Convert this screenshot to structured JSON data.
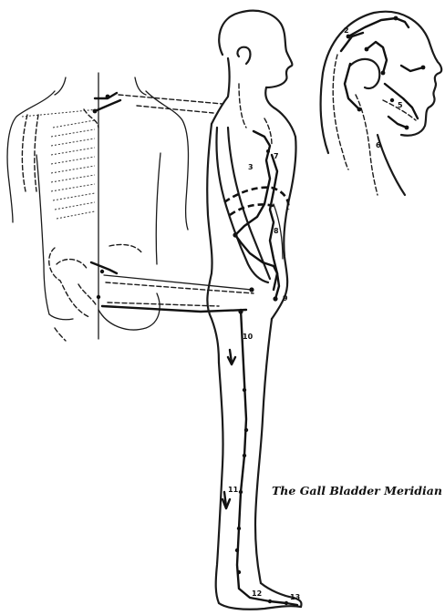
{
  "caption": "The Gall Bladder Meridian",
  "point_numbers": [
    "2",
    "3",
    "5",
    "6",
    "7",
    "8",
    "9",
    "10",
    "11",
    "12",
    "13"
  ]
}
